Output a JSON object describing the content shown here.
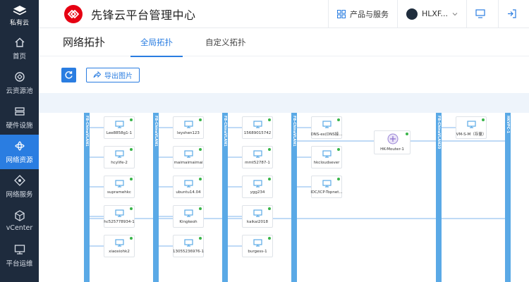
{
  "sidebar": {
    "brand": "私有云",
    "items": [
      {
        "label": "首页",
        "icon": "home-icon"
      },
      {
        "label": "云资源池",
        "icon": "cloud-pool-icon"
      },
      {
        "label": "硬件设施",
        "icon": "hardware-icon"
      },
      {
        "label": "网络资源",
        "icon": "network-resource-icon",
        "active": true
      },
      {
        "label": "网络服务",
        "icon": "network-service-icon"
      },
      {
        "label": "vCenter",
        "icon": "vcenter-icon"
      },
      {
        "label": "平台运维",
        "icon": "ops-icon"
      }
    ]
  },
  "header": {
    "title": "先锋云平台管理中心",
    "products_label": "产品与服务",
    "user_label": "HLXF..."
  },
  "page": {
    "title": "网络拓扑",
    "tabs": [
      {
        "label": "全局拓扑",
        "active": true
      },
      {
        "label": "自定义拓扑",
        "active": false
      }
    ],
    "export_label": "导出图片"
  },
  "topology": {
    "colors": {
      "vlan": "#5aa9e6",
      "link": "#7fb6ee",
      "status_ok": "#3ab54a",
      "accent": "#2a7de1"
    },
    "vlans": [
      {
        "label": "FB-ChinaVLAN1"
      },
      {
        "label": "FB-ChinaVLAN1"
      },
      {
        "label": "FB-ChinaVLAN1"
      },
      {
        "label": "FB-ChinaVLAN1"
      },
      {
        "label": "FB-ChinaVLAN20"
      },
      {
        "label": "HKVPC-1"
      }
    ],
    "columns": [
      [
        "Lee8858g1-1",
        "hcylife-2",
        "supramehkc",
        "hc525778934-1",
        "xiaoxiohk2"
      ],
      [
        "leyshen123",
        "maimaimaimai",
        "ubuntu14.04",
        "Kingkeoh",
        "13055236976-1"
      ],
      [
        "15689015742",
        "mmt52787-1",
        "ygg234",
        "kaikai2018",
        "burgess-1"
      ],
      [
        "DNS-ex(DNS接...",
        "hkcloudsever",
        "IDC/ICP-Topnet..."
      ]
    ],
    "router_label": "HK-Mouter-1",
    "vm_label": "VM-S-M（存量）"
  }
}
